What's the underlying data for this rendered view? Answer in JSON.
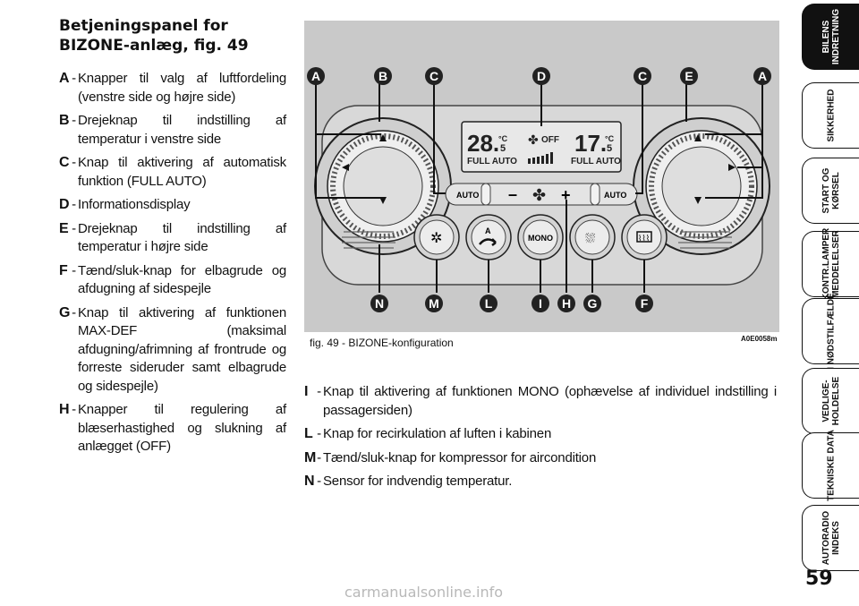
{
  "title": "Betjeningspanel for BIZONE-anlæg, fig. 49",
  "left_items": [
    {
      "letter": "A",
      "text": "Knapper til valg af luftfordeling (venstre side og højre side)"
    },
    {
      "letter": "B",
      "text": "Drejeknap til indstilling af temperatur i venstre side"
    },
    {
      "letter": "C",
      "text": "Knap til aktivering af automatisk funktion (FULL AUTO)"
    },
    {
      "letter": "D",
      "text": "Informationsdisplay"
    },
    {
      "letter": "E",
      "text": "Drejeknap til indstilling af temperatur i højre side"
    },
    {
      "letter": "F",
      "text": "Tænd/sluk-knap for elbagrude og afdugning af sidespejle"
    },
    {
      "letter": "G",
      "text": "Knap til aktivering af funktionen MAX-DEF (maksimal afdugning/afrimning af frontrude og forreste sideruder samt elbagrude og sidespejle)"
    },
    {
      "letter": "H",
      "text": "Knapper til regulering af blæserhastighed og slukning af anlægget (OFF)"
    }
  ],
  "right_items": [
    {
      "letter": "I",
      "text": "Knap til aktivering af funktionen MONO (ophævelse af individuel indstilling i passagersiden)"
    },
    {
      "letter": "L",
      "text": "Knap for recirkulation af luften i kabinen"
    },
    {
      "letter": "M",
      "text": "Tænd/sluk-knap for kompressor for aircondition"
    },
    {
      "letter": "N",
      "text": "Sensor for indvendig temperatur."
    }
  ],
  "figure": {
    "caption": "fig. 49 - BIZONE-konfiguration",
    "code": "A0E0058m",
    "callouts_top": [
      "A",
      "B",
      "C",
      "D",
      "C",
      "E",
      "A"
    ],
    "callouts_bottom": [
      "N",
      "M",
      "L",
      "I",
      "H",
      "G",
      "F"
    ],
    "display": {
      "left_temp": "28.",
      "left_temp_dec": "5",
      "left_unit": "°C",
      "left_mode": "FULL AUTO",
      "fan_state": "OFF",
      "right_temp": "17.",
      "right_temp_dec": "5",
      "right_unit": "°C",
      "right_mode": "FULL AUTO"
    },
    "auto_left": "AUTO",
    "auto_right": "AUTO",
    "minus": "–",
    "plus": "+",
    "mono_label": "MONO",
    "recirc_a": "A"
  },
  "tabs": [
    {
      "label": "BILENS\nINDRETNING",
      "active": true
    },
    {
      "label": "SIKKERHED",
      "active": false
    },
    {
      "label": "START OG\nKØRSEL",
      "active": false
    },
    {
      "label": "KONTR.LAMPER\nMEDDELELSER",
      "active": false
    },
    {
      "label": "I NØDSTILFÆLDE",
      "active": false
    },
    {
      "label": "VEDLIGE-\nHOLDELSE",
      "active": false
    },
    {
      "label": "TEKNISKE DATA",
      "active": false
    },
    {
      "label": "AUTORADIO\nINDEKS",
      "active": false
    }
  ],
  "page_number": "59",
  "watermark": "carmanualsonline.info",
  "colors": {
    "callout_bg": "#222222",
    "panel_bg": "#c9c9c9",
    "display_bg": "#e8e8e8"
  }
}
